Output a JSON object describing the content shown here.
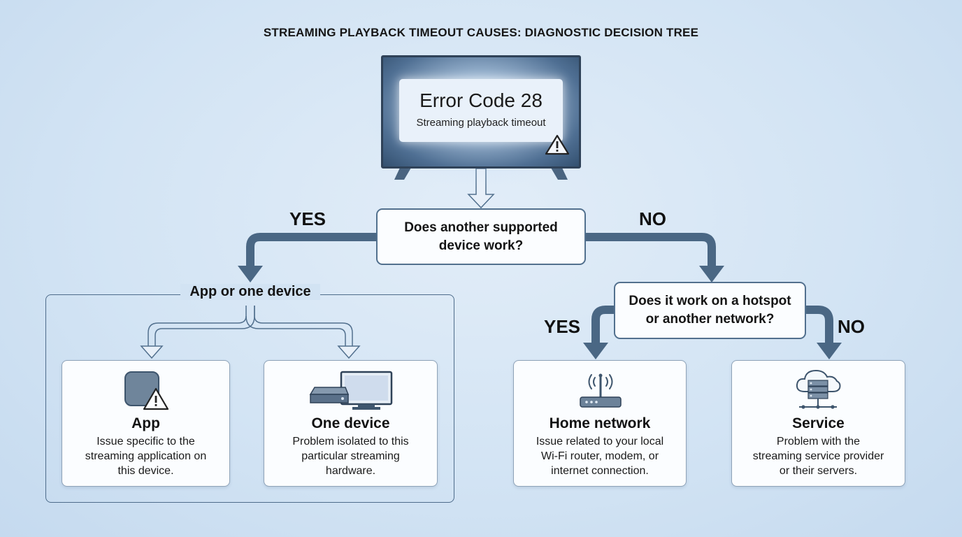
{
  "title": "STREAMING PLAYBACK TIMEOUT CAUSES: DIAGNOSTIC DECISION TREE",
  "tv": {
    "error_title": "Error Code 28",
    "error_subtitle": "Streaming playback timeout"
  },
  "question1": {
    "line1": "Does another supported",
    "line2": "device work?",
    "yes": "YES",
    "no": "NO"
  },
  "question2": {
    "line1": "Does it work on a hotspot",
    "line2": "or another network?",
    "yes": "YES",
    "no": "NO"
  },
  "group": {
    "label": "App or one device"
  },
  "cards": [
    {
      "icon": "app-warning-icon",
      "title": "App",
      "lines": [
        "Issue specific to the",
        "streaming application on",
        "this device."
      ]
    },
    {
      "icon": "device-monitor-icon",
      "title": "One device",
      "lines": [
        "Problem isolated to this",
        "particular streaming",
        "hardware."
      ]
    },
    {
      "icon": "router-icon",
      "title": "Home network",
      "lines": [
        "Issue related to your local",
        "Wi-Fi router, modem, or",
        "internet connection."
      ]
    },
    {
      "icon": "cloud-server-icon",
      "title": "Service",
      "lines": [
        "Problem with the",
        "streaming service provider",
        "or their servers."
      ]
    }
  ],
  "colors": {
    "arrow": "#4a6784",
    "border": "#52708e",
    "background": "#d3e4f4"
  }
}
